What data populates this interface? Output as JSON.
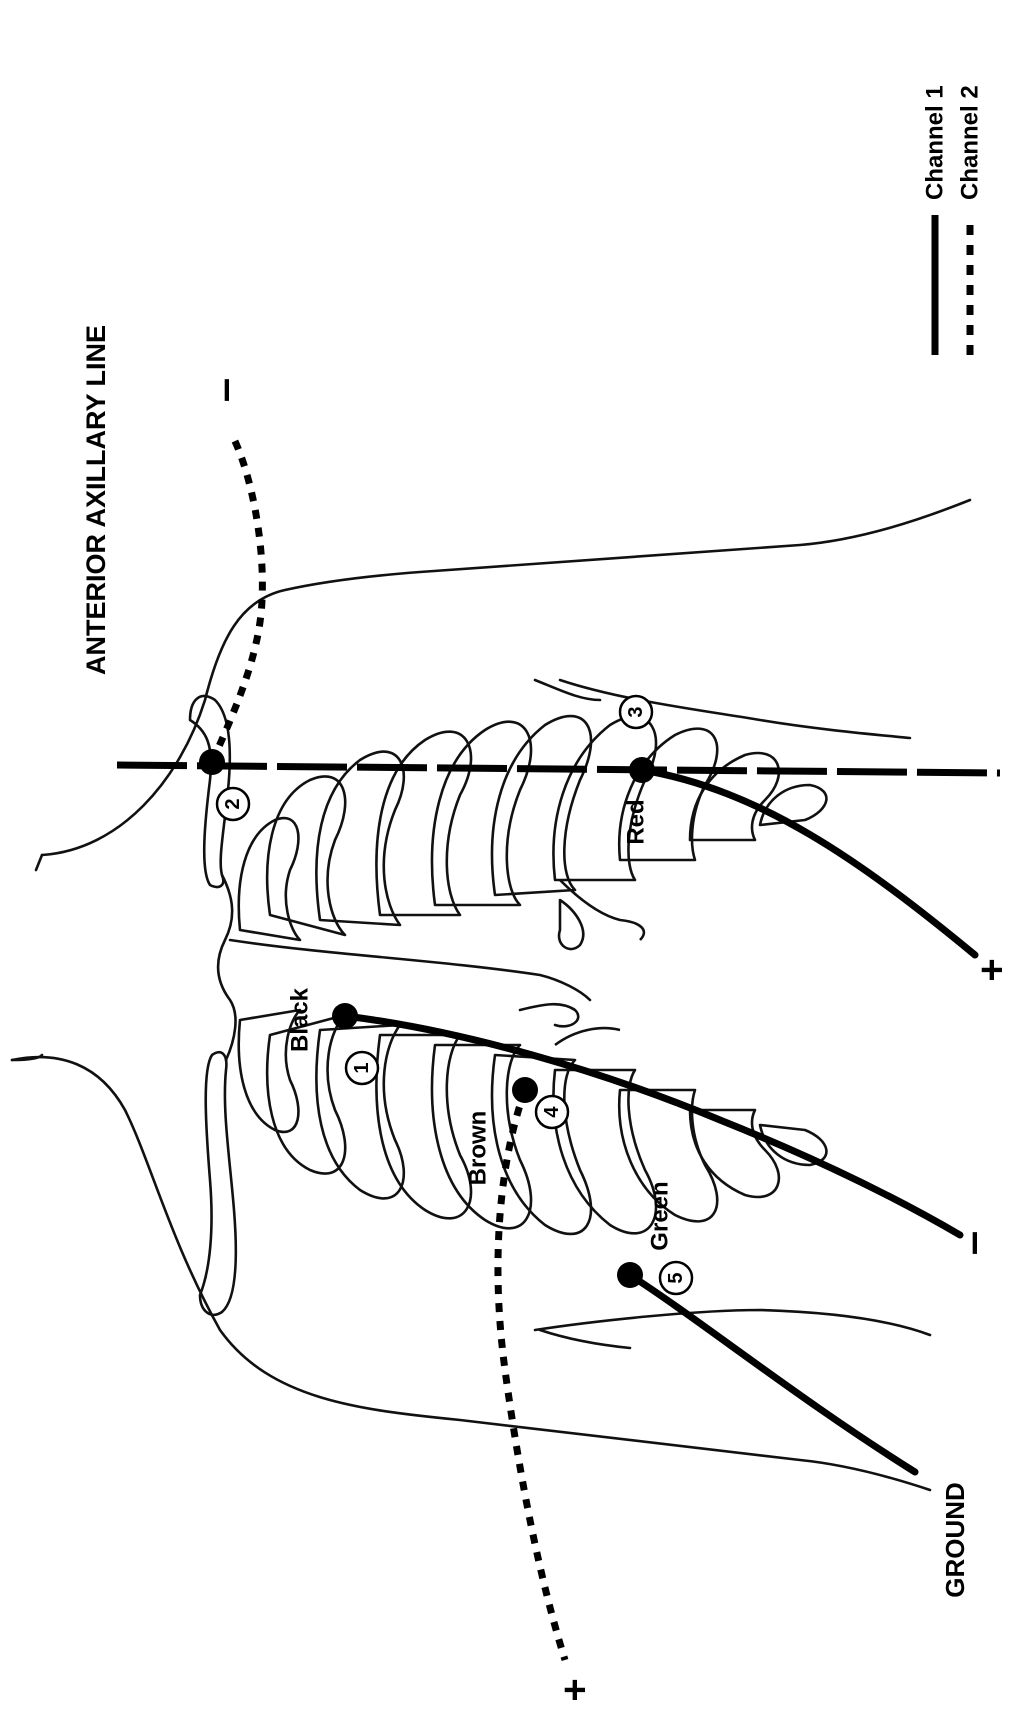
{
  "title": "ANTERIOR AXILLARY LINE",
  "ground_label": "GROUND",
  "electrodes": [
    {
      "number": "1",
      "color": "Black"
    },
    {
      "number": "2",
      "color": ""
    },
    {
      "number": "3",
      "color": "Red"
    },
    {
      "number": "4",
      "color": "Brown"
    },
    {
      "number": "5",
      "color": "Green"
    }
  ],
  "polarity": {
    "channel1_negative": "–",
    "channel1_positive": "+",
    "channel2_negative": "–",
    "channel2_positive": "+"
  },
  "legend": [
    {
      "name": "Channel 1",
      "style": "solid"
    },
    {
      "name": "Channel 2",
      "style": "dashed"
    }
  ]
}
